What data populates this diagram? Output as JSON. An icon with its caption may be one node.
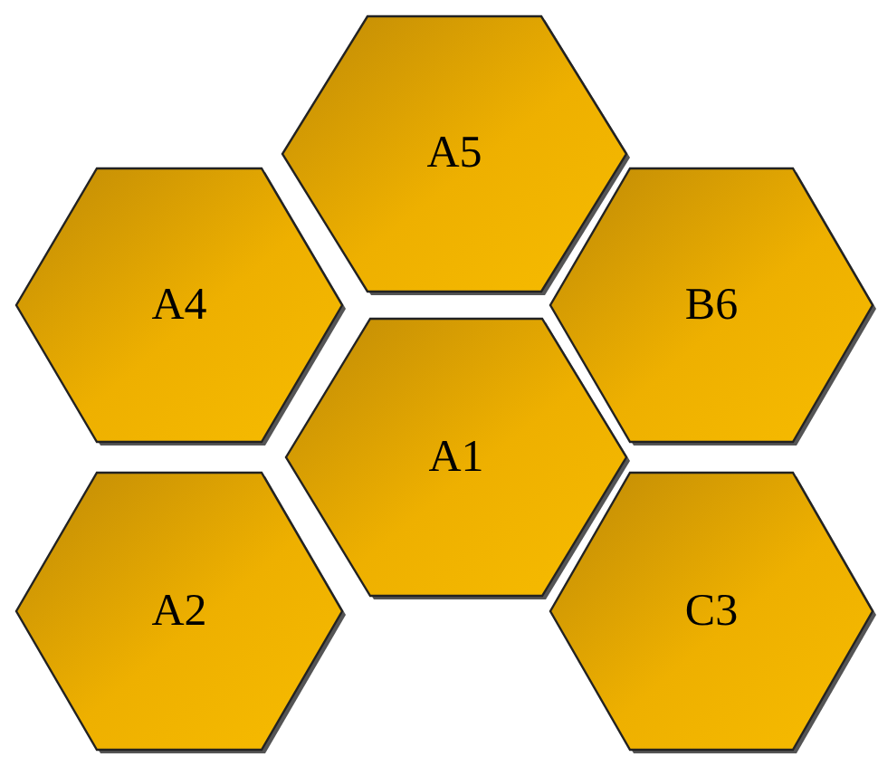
{
  "diagram": {
    "nodes": [
      {
        "text": [
          "A5"
        ]
      },
      {
        "text": [
          "A4"
        ]
      },
      {
        "text": [
          "B6"
        ]
      },
      {
        "text": [
          "A1"
        ]
      },
      {
        "text": [
          "A2"
        ]
      },
      {
        "text": [
          "C3"
        ]
      }
    ]
  }
}
